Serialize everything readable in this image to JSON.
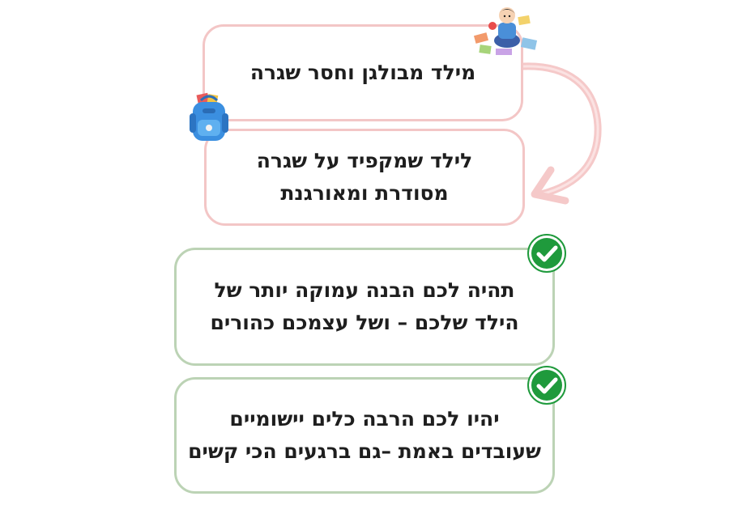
{
  "cards": [
    {
      "lines": [
        "מילד מבולגן וחסר שגרה"
      ]
    },
    {
      "lines": [
        "לילד שמקפיד על שגרה",
        "מסודרת ומאורגנת"
      ]
    },
    {
      "lines": [
        "תהיה לכם הבנה עמוקה יותר של",
        "הילד שלכם – ושל עצמכם כהורים"
      ]
    },
    {
      "lines": [
        "יהיו לכם הרבה כלים יישומיים",
        "שעובדים באמת –גם ברגעים הכי קשים"
      ]
    }
  ],
  "colors": {
    "pink_border": "#f3c6c6",
    "green_border": "#bcd3b5",
    "check_green": "#1f9a3c",
    "arrow_pink": "#f5c9c9"
  },
  "icons": {
    "arrow": "curved-arrow-icon",
    "check": "check-circle-icon",
    "kid": "kid-illustration",
    "backpack": "backpack-illustration"
  }
}
